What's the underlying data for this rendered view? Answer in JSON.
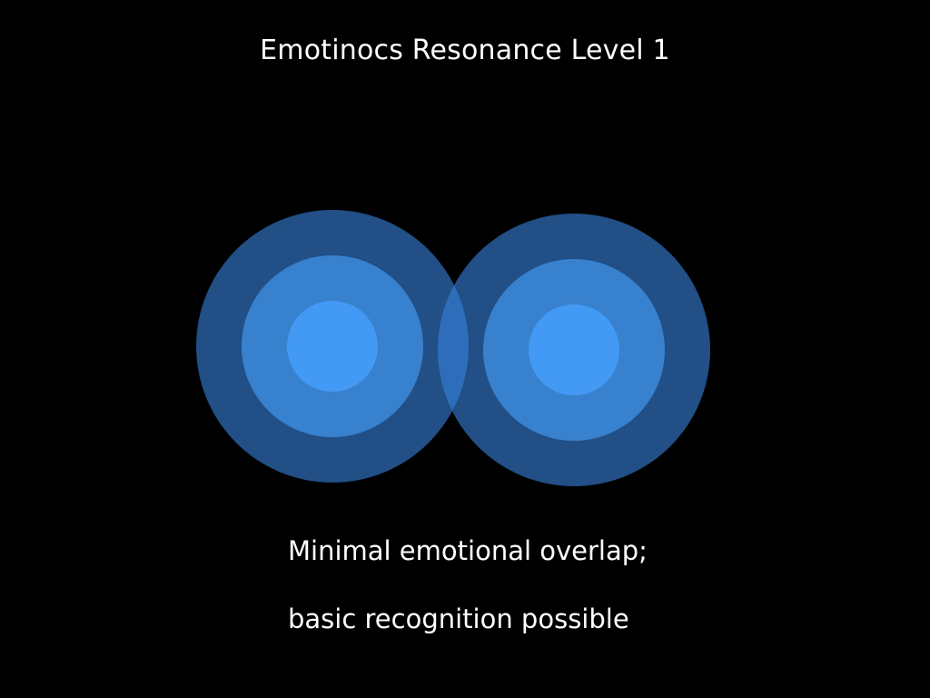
{
  "title": "Emotinocs Resonance Level 1",
  "caption": {
    "line1": "Minimal emotional overlap;",
    "line2": "basic recognition possible"
  },
  "colors": {
    "background": "#000000",
    "text": "#ffffff",
    "ring_outer": "#3680d9",
    "ring_middle": "#3f8de0",
    "ring_inner": "#449cf7"
  },
  "ring_groups": [
    {
      "name": "left",
      "rings": [
        "outer",
        "middle",
        "inner"
      ]
    },
    {
      "name": "right",
      "rings": [
        "outer",
        "middle",
        "inner"
      ]
    }
  ]
}
